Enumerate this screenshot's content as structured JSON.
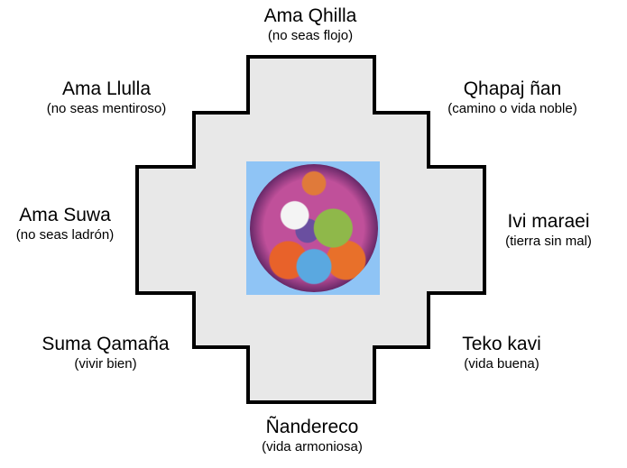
{
  "center_image": {
    "description_icon": "pachamama-painting"
  },
  "labels": [
    {
      "id": "top",
      "title": "Ama Qhilla",
      "subtitle": "(no seas flojo)"
    },
    {
      "id": "top-left",
      "title": "Ama Llulla",
      "subtitle": "(no seas mentiroso)"
    },
    {
      "id": "top-right",
      "title": "Qhapaj ñan",
      "subtitle": "(camino o vida noble)"
    },
    {
      "id": "left",
      "title": "Ama Suwa",
      "subtitle": "(no seas ladrón)"
    },
    {
      "id": "right",
      "title": "Ivi maraei",
      "subtitle": "(tierra sin mal)"
    },
    {
      "id": "bottom-left",
      "title": "Suma Qamaña",
      "subtitle": "(vivir bien)"
    },
    {
      "id": "bottom-right",
      "title": "Teko kavi",
      "subtitle": "(vida buena)"
    },
    {
      "id": "bottom",
      "title": "Ñandereco",
      "subtitle": "(vida armoniosa)"
    }
  ],
  "colors": {
    "fill": "#e8e8e8",
    "stroke": "#000000",
    "image_bg": "#8fc4f5"
  }
}
